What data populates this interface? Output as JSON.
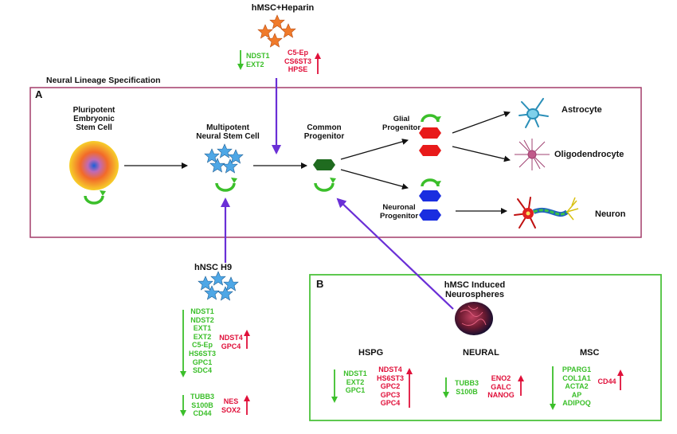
{
  "top": {
    "title": "hMSC+Heparin",
    "down_genes": [
      "NDST1",
      "EXT2"
    ],
    "up_genes": [
      "C5-Ep",
      "CS6ST3",
      "HPSE"
    ]
  },
  "section_title": "Neural Lineage Specification",
  "panel_a": {
    "label": "A",
    "pluripotent": [
      "Pluripotent",
      "Embryonic",
      "Stem Cell"
    ],
    "multipotent": [
      "Multipotent",
      "Neural Stem Cell"
    ],
    "common": [
      "Common",
      "Progenitor"
    ],
    "glial": [
      "Glial",
      "Progenitor"
    ],
    "neuronal": [
      "Neuronal",
      "Progenitor"
    ],
    "astrocyte": "Astrocyte",
    "oligodendrocyte": "Oligodendrocyte",
    "neuron": "Neuron"
  },
  "hnsc": {
    "title": "hNSC H9",
    "down_genes": [
      "NDST1",
      "NDST2",
      "EXT1",
      "EXT2",
      "C5-Ep",
      "HS6ST3",
      "GPC1",
      "SDC4"
    ],
    "up_genes": [
      "NDST4",
      "GPC4"
    ],
    "down_genes2": [
      "TUBB3",
      "S100B",
      "CD44"
    ],
    "up_genes2": [
      "NES",
      "SOX2"
    ]
  },
  "panel_b": {
    "label": "B",
    "title": [
      "hMSC Induced",
      "Neurospheres"
    ],
    "hspg": {
      "heading": "HSPG",
      "down": [
        "NDST1",
        "EXT2",
        "GPC1"
      ],
      "up": [
        "NDST4",
        "HS6ST3",
        "GPC2",
        "GPC3",
        "GPC4"
      ]
    },
    "neural": {
      "heading": "NEURAL",
      "down": [
        "TUBB3",
        "S100B"
      ],
      "up": [
        "ENO2",
        "GALC",
        "NANOG"
      ]
    },
    "msc": {
      "heading": "MSC",
      "down": [
        "PPARG1",
        "COL1A1",
        "ACTA2",
        "AP",
        "ADIPOQ"
      ],
      "up": [
        "CD44"
      ]
    }
  },
  "colors": {
    "green": "#3bbf2a",
    "red": "#e0103a",
    "purple": "#6a2fd6",
    "panel_a_border": "#a33d6a",
    "panel_b_border": "#4cc23c",
    "star_orange": "#f07a2a",
    "star_blue": "#4ea7e6"
  }
}
